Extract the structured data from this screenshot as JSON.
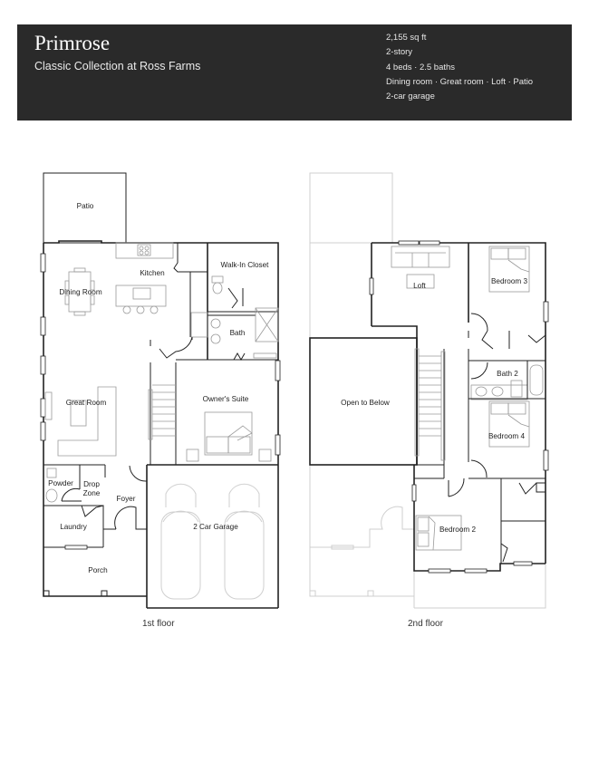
{
  "header": {
    "title": "Primrose",
    "subtitle": "Classic Collection at Ross Farms",
    "specs": [
      "2,155 sq ft",
      "2-story",
      "4 beds · 2.5 baths",
      "Dining room · Great room · Loft · Patio",
      "2-car garage"
    ],
    "background_color": "#2a2a2a"
  },
  "floors": [
    {
      "label": "1st floor",
      "rooms": [
        {
          "name": "Patio"
        },
        {
          "name": "Kitchen"
        },
        {
          "name": "Walk-In Closet"
        },
        {
          "name": "Dining Room"
        },
        {
          "name": "Bath"
        },
        {
          "name": "Great Room"
        },
        {
          "name": "Owner's Suite"
        },
        {
          "name": "Powder"
        },
        {
          "name": "Drop Zone"
        },
        {
          "name": "Foyer"
        },
        {
          "name": "Laundry"
        },
        {
          "name": "2 Car Garage"
        },
        {
          "name": "Porch"
        }
      ]
    },
    {
      "label": "2nd floor",
      "rooms": [
        {
          "name": "Loft"
        },
        {
          "name": "Bedroom 3"
        },
        {
          "name": "Open to Below"
        },
        {
          "name": "Bath 2"
        },
        {
          "name": "Bedroom 4"
        },
        {
          "name": "Bedroom 2"
        }
      ]
    }
  ]
}
